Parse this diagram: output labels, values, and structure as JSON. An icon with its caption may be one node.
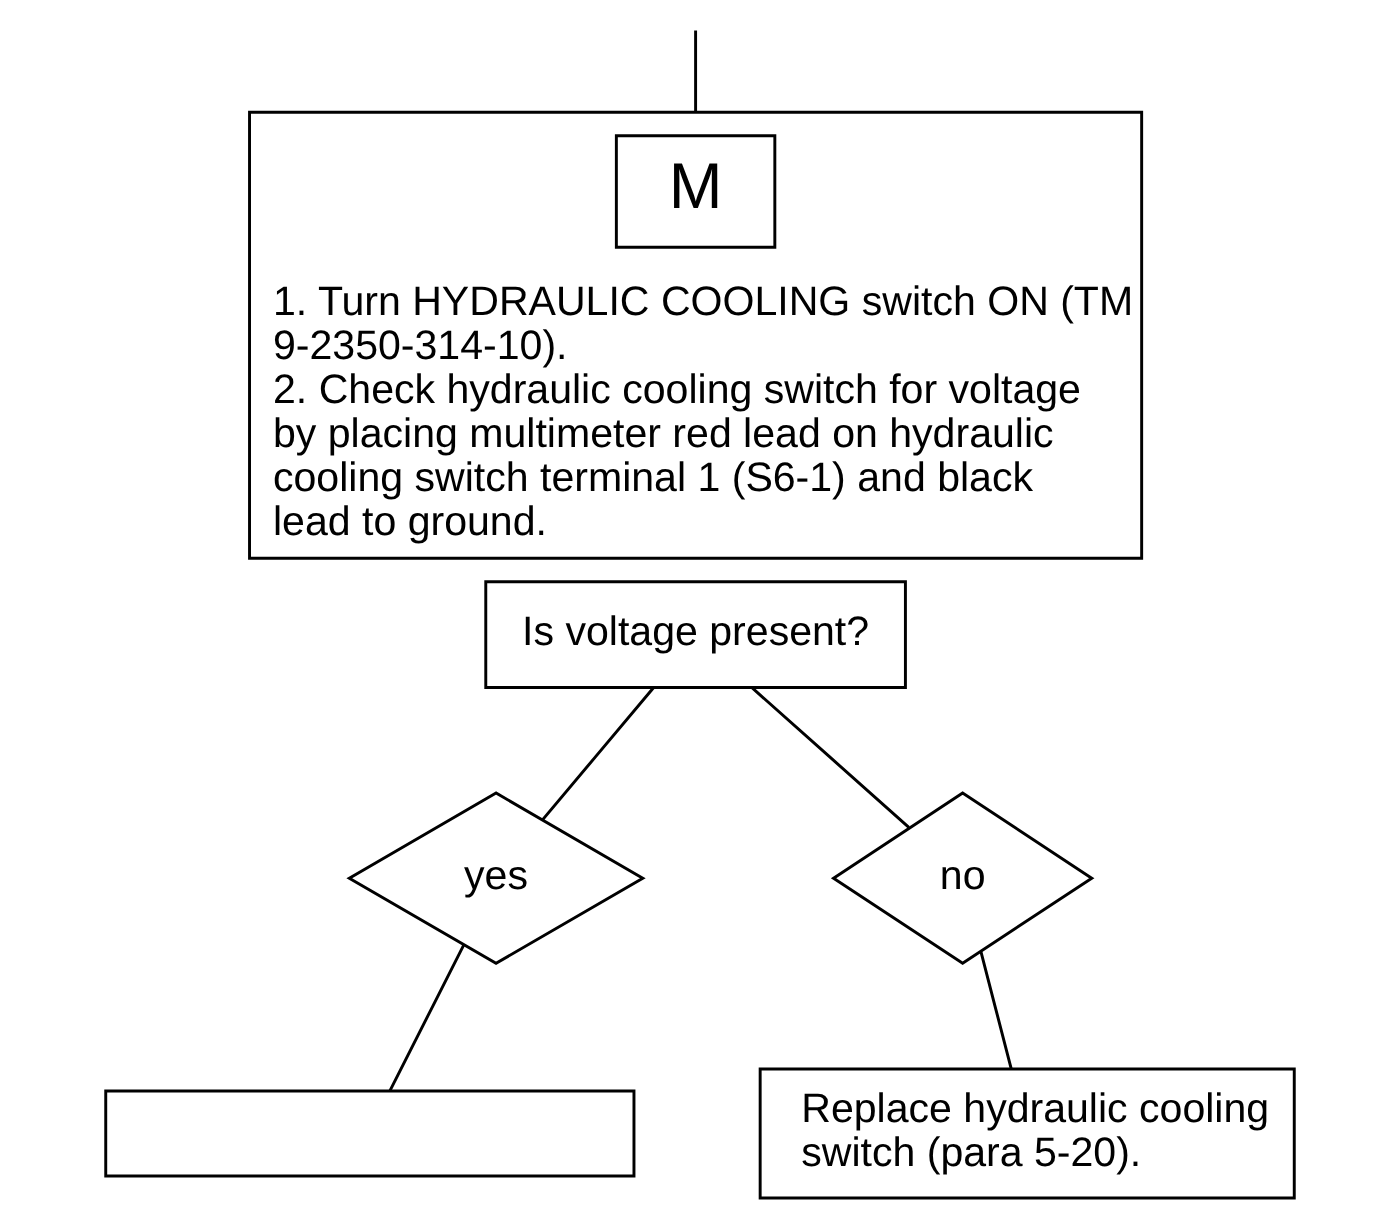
{
  "diagram": {
    "nodes": [
      {
        "text": [
          "1. Turn HYDRAULIC COOLING switch ON (TM 9-2350-314-10).",
          "2. Check hydraulic cooling switch for voltage by placing multimeter red lead on hydraulic cooling switch terminal 1 (S6-1) and black lead to ground."
        ]
      },
      {
        "text": [
          "M"
        ],
        "in": 0
      },
      {
        "text": [
          "Is voltage present?"
        ]
      },
      {
        "text": [
          "yes"
        ]
      },
      {
        "text": [
          "no"
        ]
      },
      {
        "text": [
          "Replace hydraulic cooling switch (para 5-20)."
        ]
      },
      {
        "text": [],
        "shape": "box"
      }
    ],
    "edges": [
      {
        "from": null,
        "to": 0,
        "arrow": "none"
      },
      {
        "from": 2,
        "to": 3,
        "arrow": "none"
      },
      {
        "from": 2,
        "to": 4,
        "arrow": "none"
      },
      {
        "from": 4,
        "to": 5,
        "arrow": "none"
      },
      {
        "from": 3,
        "to": 6,
        "arrow": "none"
      }
    ]
  }
}
